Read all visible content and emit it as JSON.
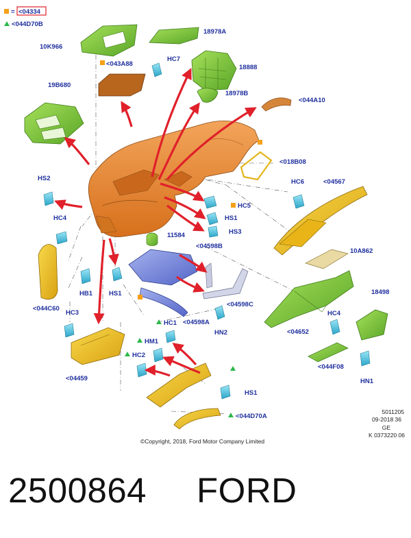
{
  "legend": {
    "square_label": "<04334",
    "triangle_label": "<044D70B",
    "square_color": "#f5a01a",
    "triangle_color": "#2db84a",
    "highlight_color": "#e0202a"
  },
  "labels": {
    "p10K966": "10K966",
    "p18978A": "18978A",
    "pHC7": "HC7",
    "p043A88": "<043A88",
    "p18888": "18888",
    "p19B680": "19B680",
    "p18978B": "18978B",
    "p044A10": "<044A10",
    "p018B08": "<018B08",
    "pHS2": "HS2",
    "pHC6": "HC6",
    "p04567": "<04567",
    "pHC5": "HC5",
    "pHS1a": "HS1",
    "pHC4a": "HC4",
    "pHS3": "HS3",
    "p11584": "11584",
    "p04598B": "<04598B",
    "p10A862": "10A862",
    "pHB1": "HB1",
    "pHS1b": "HS1",
    "p044C60": "<044C60",
    "p04598C": "<04598C",
    "p18498": "18498",
    "pHC3": "HC3",
    "pHC1": "HC1",
    "p04598A": "<04598A",
    "pHN2": "HN2",
    "p04652": "<04652",
    "pHC4b": "HC4",
    "pHM1": "HM1",
    "pHC2": "HC2",
    "p044F08": "<044F08",
    "p04459": "<04459",
    "pHN1": "HN1",
    "pHS1c": "HS1",
    "p044D70A": "<044D70A"
  },
  "meta": {
    "line1": "5011205",
    "line2": "09-2018 36",
    "line3": "GE",
    "line4": "K 0373220 06"
  },
  "copyright": "©Copyright, 2018, Ford Motor Company Limited",
  "part_number": "2500864",
  "brand": "FORD",
  "colors": {
    "label_blue": "#1f2f9e",
    "arrow_red": "#e0202a",
    "dash_orange": "#e8892a",
    "panel_yellow": "#f2c21c",
    "bracket_green": "#7dc43a",
    "bracket_blue": "#6d7fd6",
    "fastener_cyan": "#4cc9e6",
    "panel_brown": "#b8651e"
  }
}
